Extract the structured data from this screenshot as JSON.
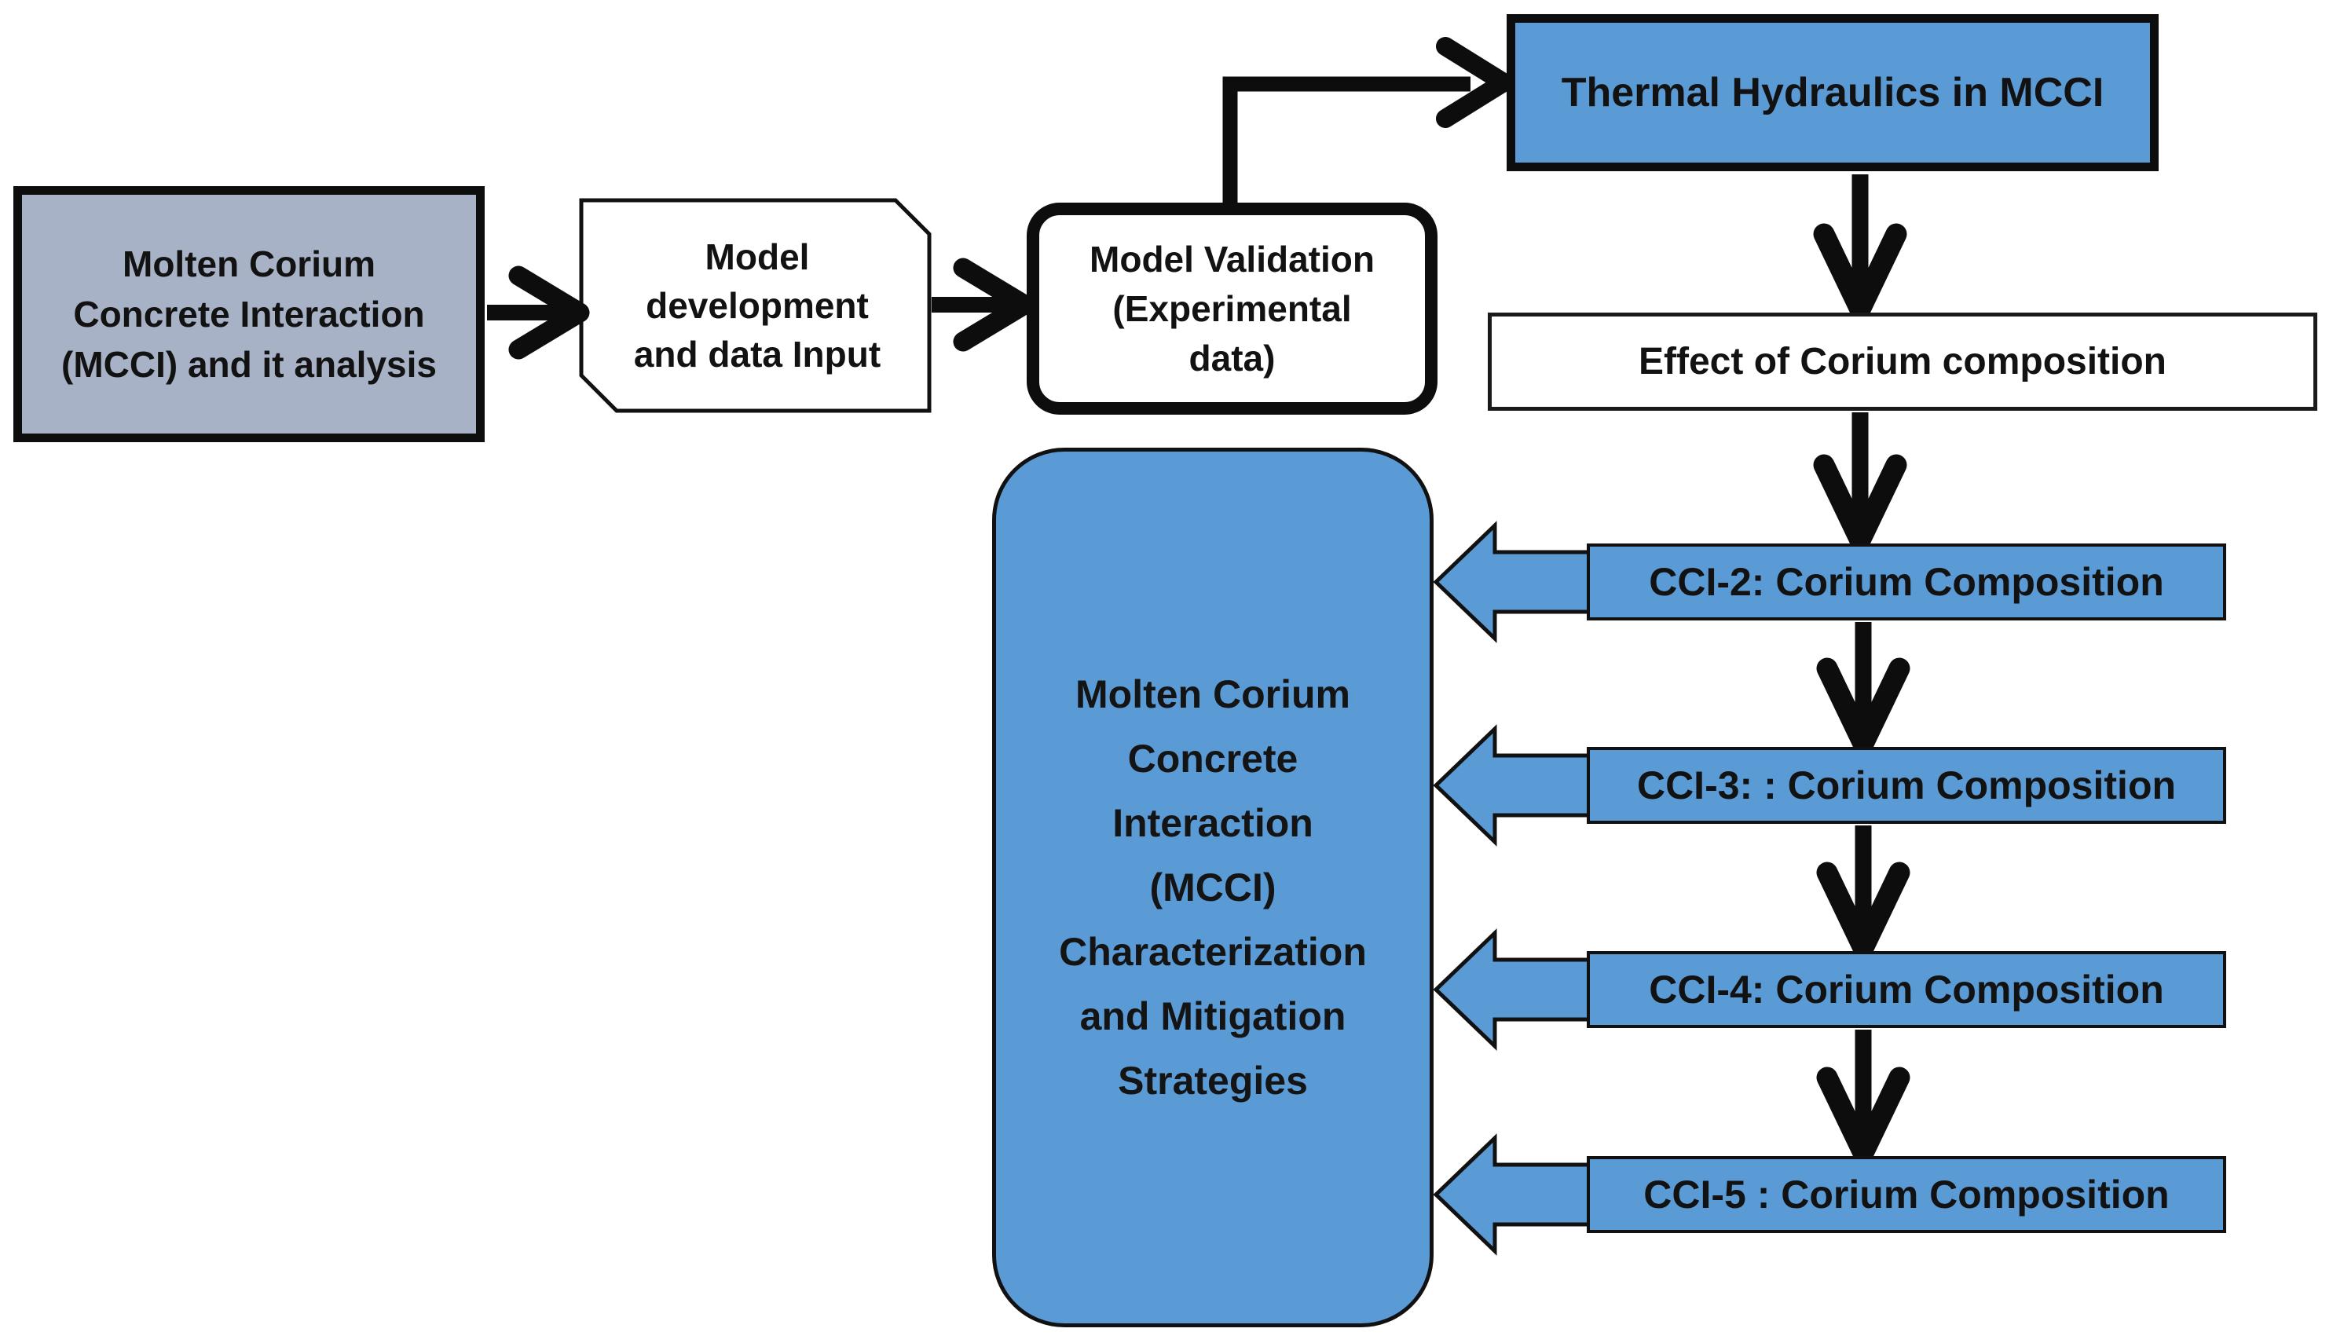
{
  "diagram": {
    "title": "MCCI analysis flowchart",
    "colors": {
      "node_blue": "#5b9bd5",
      "node_gray": "#a8b2c6",
      "line_black": "#0d0d0d",
      "text": "#121212"
    },
    "nodes": {
      "mcci_input": {
        "lines": [
          "Molten Corium",
          "Concrete Interaction",
          "(MCCI)  and it analysis"
        ]
      },
      "model_dev": {
        "lines": [
          "Model",
          "development",
          "and data Input"
        ]
      },
      "model_validation": {
        "lines": [
          "Model Validation",
          "(Experimental",
          "data)"
        ]
      },
      "thermal": {
        "label": "Thermal Hydraulics in MCCI"
      },
      "effect": {
        "label": "Effect of Corium composition"
      },
      "cci_rows": [
        {
          "label": "CCI-2: Corium Composition"
        },
        {
          "label": "CCI-3: : Corium Composition"
        },
        {
          "label": "CCI-4: Corium Composition"
        },
        {
          "label": "CCI-5 : Corium Composition"
        }
      ],
      "mcci_strategies": {
        "lines": [
          "Molten Corium",
          "Concrete",
          "Interaction",
          "(MCCI)",
          "Characterization",
          "and Mitigation",
          "Strategies"
        ]
      }
    }
  }
}
